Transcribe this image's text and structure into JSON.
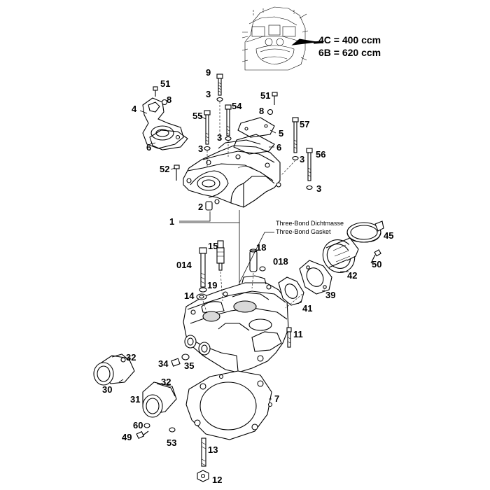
{
  "inset": {
    "note_line1": "4C = 400 ccm",
    "note_line2": "6B = 620 ccm"
  },
  "labels": {
    "p51a": "51",
    "p8a": "8",
    "p4": "4",
    "p6a": "6",
    "p52": "52",
    "p9": "9",
    "p3a": "3",
    "p55": "55",
    "p54": "54",
    "p3b": "3",
    "p3c": "3",
    "p51b": "51",
    "p8b": "8",
    "p5": "5",
    "p6b": "6",
    "p57": "57",
    "p3d": "3",
    "p56": "56",
    "p3e": "3",
    "p2": "2",
    "p1": "1",
    "p15": "15",
    "p014": "014",
    "p19": "19",
    "p14": "14",
    "p18": "18",
    "p018": "018",
    "p45": "45",
    "p50": "50",
    "p42": "42",
    "p39": "39",
    "p41": "41",
    "p11": "11",
    "p32a": "32",
    "p30": "30",
    "p34": "34",
    "p35": "35",
    "p31": "31",
    "p32b": "32",
    "p60": "60",
    "p49": "49",
    "p53": "53",
    "p7": "7",
    "p13": "13",
    "p12": "12"
  },
  "sealant": {
    "line1": "Three-Bond Dichtmasse",
    "line2": "Three-Bond Gasket"
  }
}
